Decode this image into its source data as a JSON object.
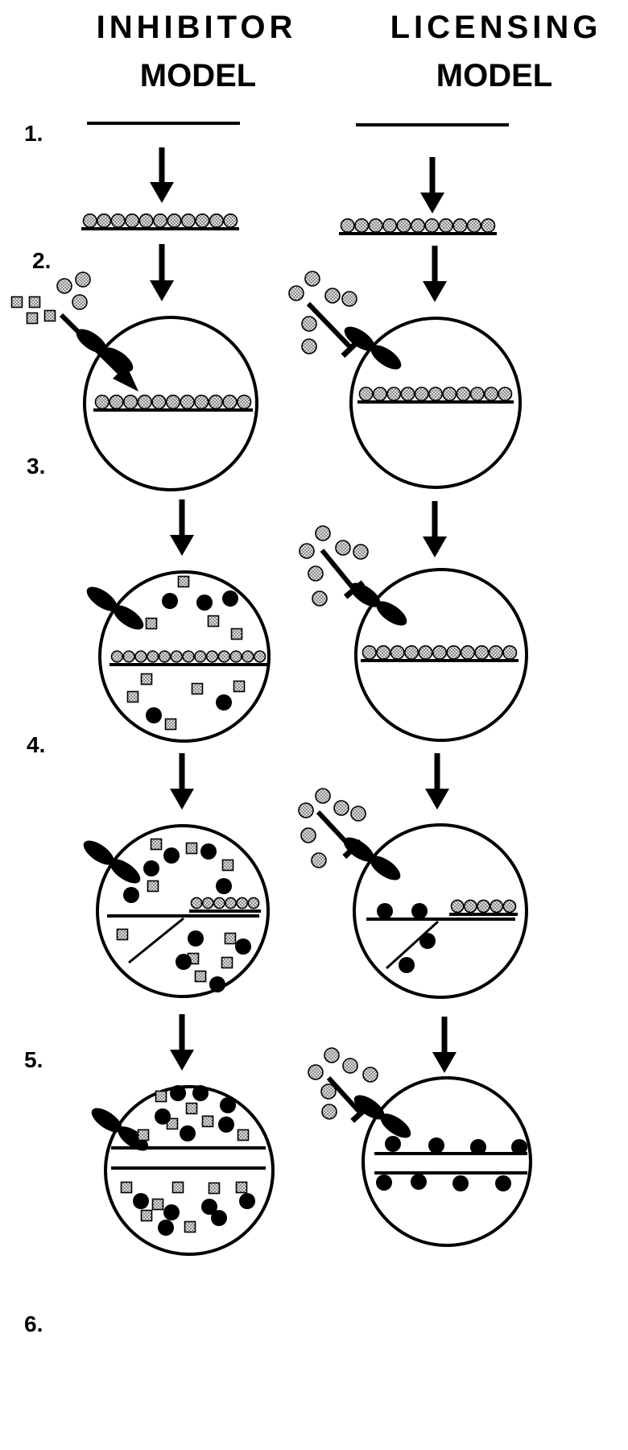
{
  "headers": {
    "left_line1": "INHIBITOR",
    "left_line2": "MODEL",
    "right_line1": "LICENSING",
    "right_line2": "MODEL"
  },
  "steps": [
    "1.",
    "2.",
    "3.",
    "4.",
    "5.",
    "6."
  ],
  "colors": {
    "ink": "#000000",
    "stipple_fill": "#bdbdbd",
    "background": "#ffffff"
  }
}
